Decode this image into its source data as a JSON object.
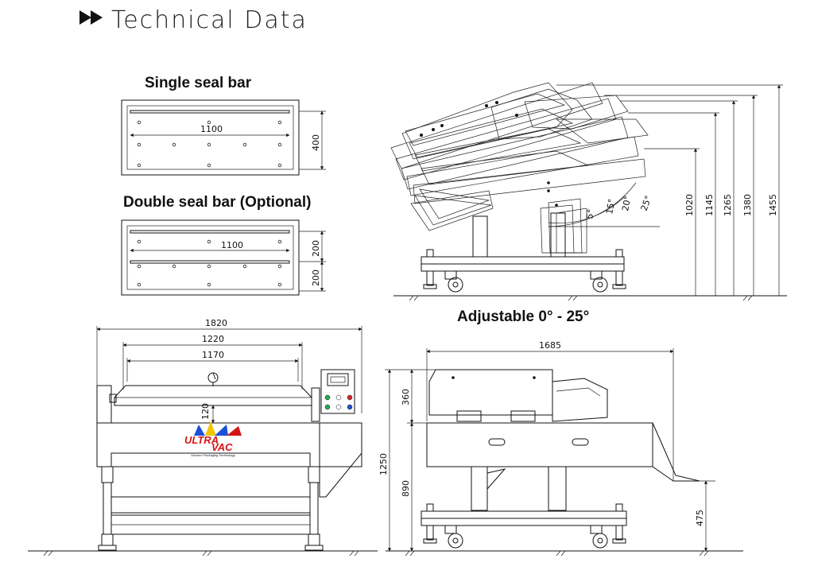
{
  "page": {
    "title": "Technical Data"
  },
  "top_left": {
    "single": {
      "heading": "Single seal bar",
      "length": "1100",
      "width": "400"
    },
    "double": {
      "heading": "Double seal bar (Optional)",
      "length": "1100",
      "width_a": "200",
      "width_b": "200"
    }
  },
  "tilt": {
    "caption": "Adjustable 0° - 25°",
    "angles": [
      "5°",
      "15°",
      "20°",
      "25°"
    ],
    "heights": [
      "1020",
      "1145",
      "1265",
      "1380",
      "1455"
    ]
  },
  "front": {
    "overall": "1820",
    "chamber": "1220",
    "lid": "1170",
    "lid_depth": "120",
    "logo": {
      "line1": "ULTRA",
      "line2": "VAC",
      "tagline": "Vacuum Packaging Technology"
    }
  },
  "side": {
    "length": "1685",
    "lid_height": "360",
    "total_height": "1250",
    "table_height": "890",
    "outlet_height": "475"
  },
  "colors": {
    "line": "#111111",
    "logo_red": "#d41414",
    "logo_blue": "#1a4fd6",
    "logo_yellow": "#f2c500",
    "button_green": "#2fa84f",
    "button_red": "#d42a2a",
    "button_blue": "#2255cc"
  }
}
